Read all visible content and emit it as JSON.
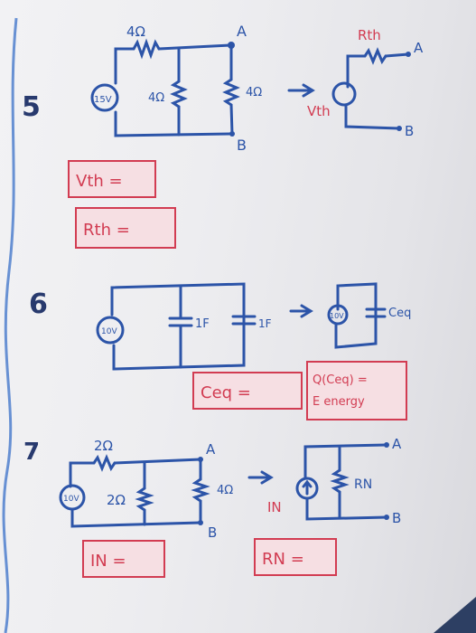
{
  "problems": [
    {
      "number": "5",
      "resistor_top": "4Ω",
      "source": "15V",
      "resistor_middle": "4Ω",
      "resistor_load": "4Ω",
      "node_a": "A",
      "node_b": "B",
      "equiv_resistor": "Rth",
      "equiv_source": "Vth",
      "equiv_node_a": "A",
      "equiv_node_b": "B",
      "box_1": "Vth =",
      "box_2": "Rth ="
    },
    {
      "number": "6",
      "source": "10V",
      "cap_1": "1F",
      "cap_2": "1F",
      "equiv_source": "10V",
      "equiv_cap": "Ceq",
      "box_1": "Ceq =",
      "box_2_line1": "Q(Ceq) =",
      "box_2_line2": "E energy"
    },
    {
      "number": "7",
      "resistor_top": "2Ω",
      "source": "10V",
      "resistor_middle": "2Ω",
      "resistor_load": "4Ω",
      "node_a": "A",
      "node_b": "B",
      "equiv_current": "IN",
      "equiv_resistor": "RN",
      "equiv_node_a": "A",
      "equiv_node_b": "B",
      "box_1": "IN =",
      "box_2": "RN ="
    }
  ],
  "colors": {
    "ink_blue": "#2c54a8",
    "ink_red": "#d23c52",
    "ink_dark": "#283a6e",
    "box_fill": "#f6dfe3"
  }
}
